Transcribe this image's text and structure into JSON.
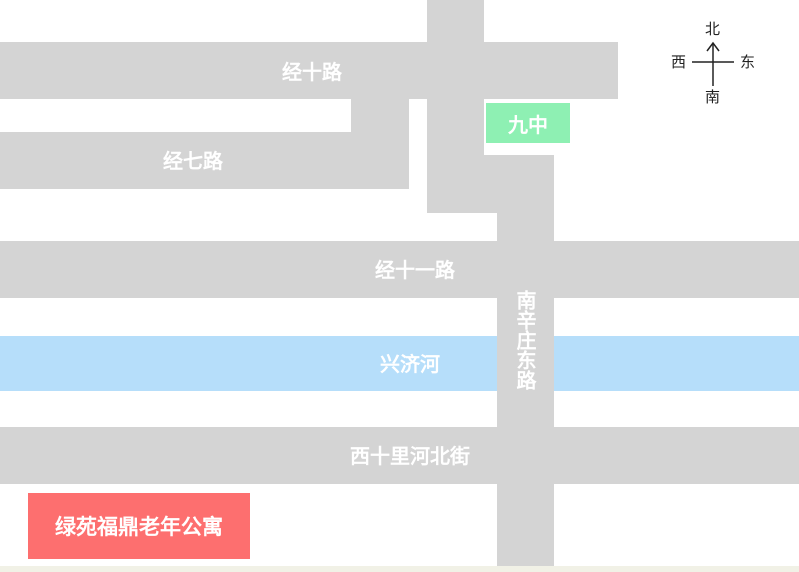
{
  "roads": {
    "jing_shi": "经十路",
    "jing_qi": "经七路",
    "jing_shiyi": "经十一路",
    "xishilihe_bei": "西十里河北街",
    "nanxinzhuang_dong": "南辛庄东路"
  },
  "river": {
    "name": "兴济河"
  },
  "landmarks": {
    "school": "九中",
    "destination": "绿苑福鼎老年公寓"
  },
  "compass": {
    "north": "北",
    "south": "南",
    "east": "东",
    "west": "西"
  },
  "colors": {
    "road": "#d4d4d4",
    "river": "#b6defa",
    "school": "#8ef0b3",
    "destination": "#fd6f6f"
  }
}
